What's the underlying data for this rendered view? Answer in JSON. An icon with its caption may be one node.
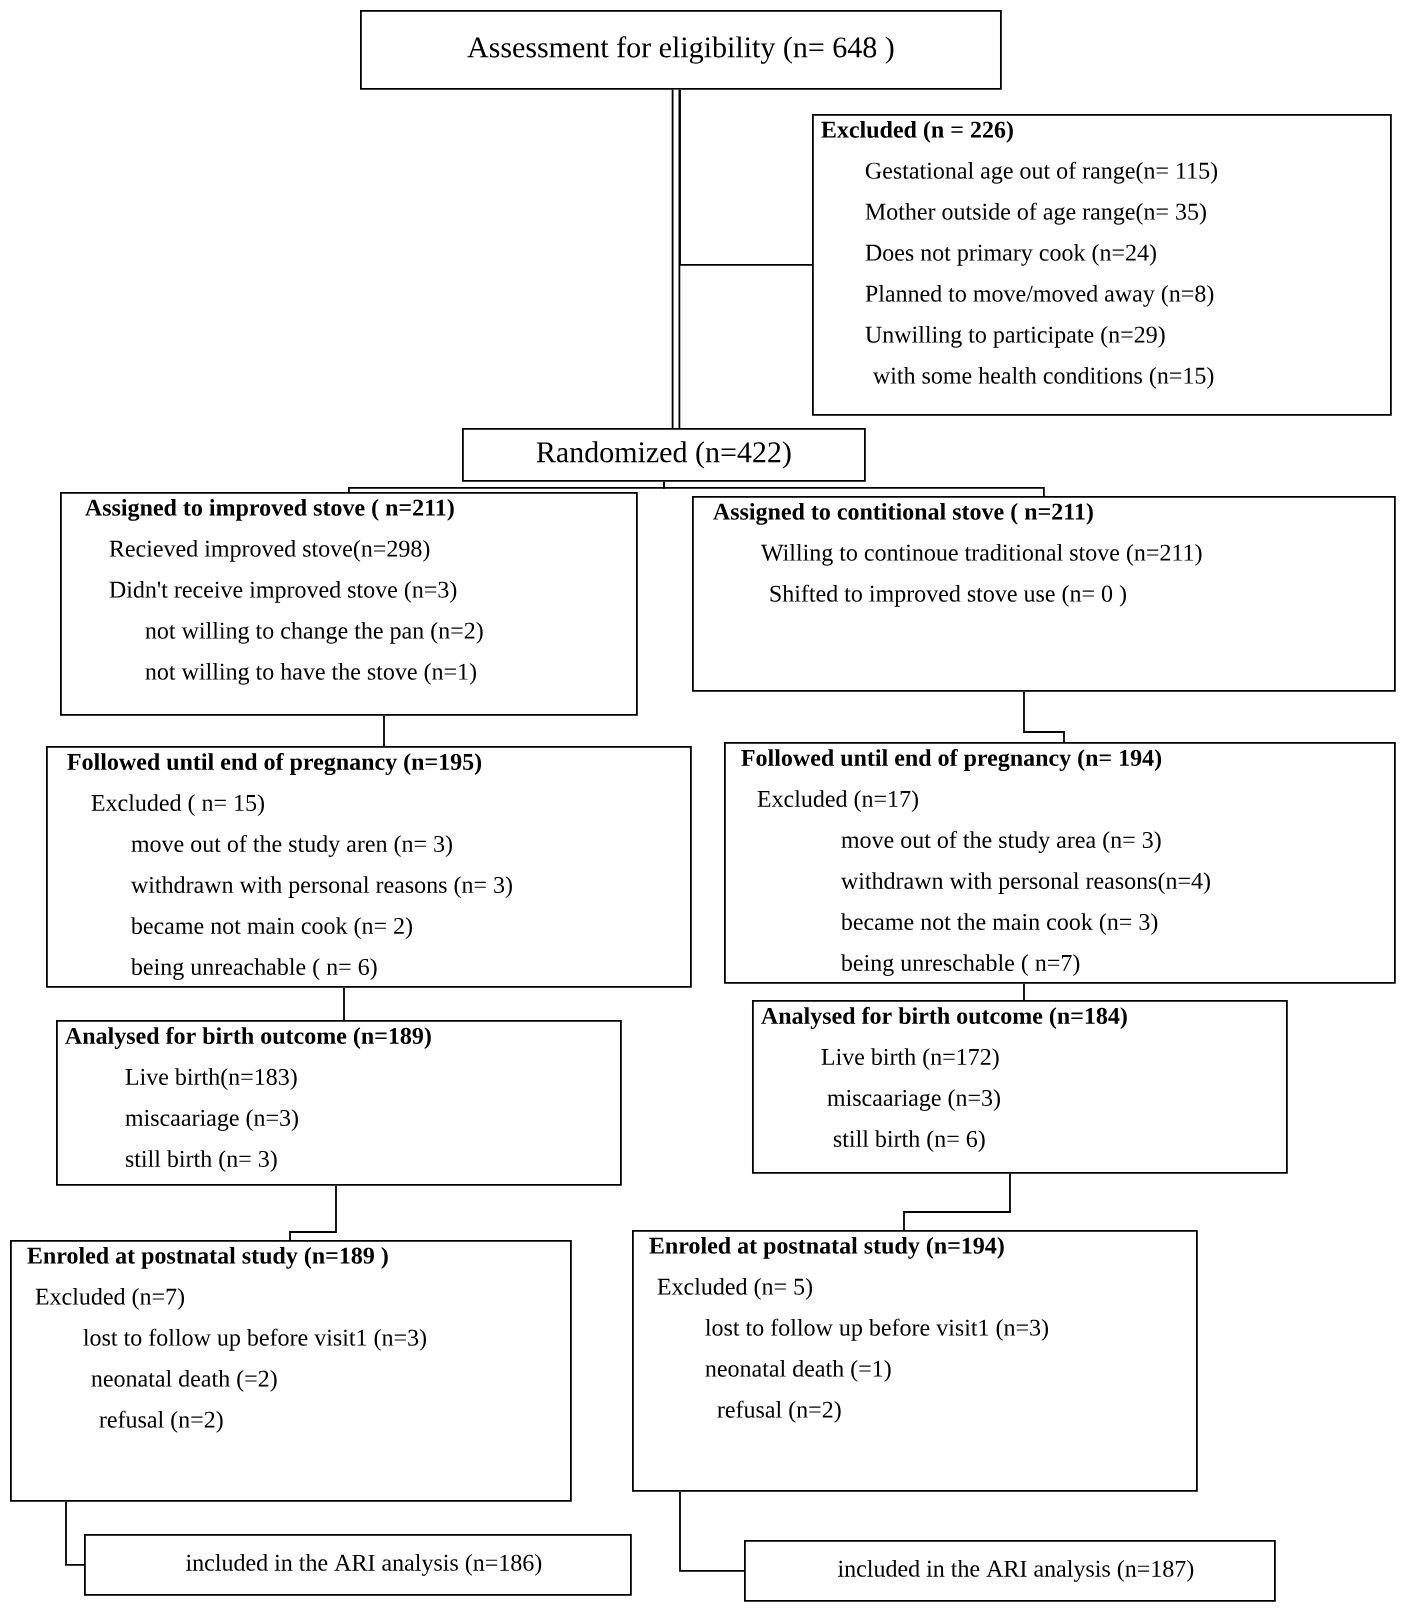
{
  "diagram": {
    "nodes": [
      {
        "text": [
          "Assessment for eligibility (n= 648 )"
        ]
      },
      {
        "text": [
          "Excluded (n = 226)",
          "Gestational age out of range(n= 115)",
          "Mother outside of age range(n= 35)",
          "Does not primary cook (n=24)",
          "Planned to move/moved away (n=8)",
          "Unwilling to participate (n=29)",
          "with some health conditions (n=15)"
        ]
      },
      {
        "text": [
          "Randomized (n=422)"
        ]
      },
      {
        "text": [
          "Assigned to improved stove ( n=211)",
          "Recieved improved stove(n=298)",
          "Didn't receive improved stove (n=3)",
          "not willing to change the pan (n=2)",
          "not willing to have the stove (n=1)"
        ]
      },
      {
        "text": [
          "Assigned to contitional stove ( n=211)",
          "Willing to continoue traditional stove (n=211)",
          "Shifted to improved stove use (n= 0 )"
        ]
      },
      {
        "text": [
          "Followed until end of pregnancy (n=195)",
          "Excluded ( n= 15)",
          "move out of the study aren (n= 3)",
          "withdrawn with personal reasons (n= 3)",
          "became not main cook (n= 2)",
          "being unreachable ( n= 6)"
        ]
      },
      {
        "text": [
          "Followed until end of pregnancy (n= 194)",
          "Excluded (n=17)",
          "move out of the study area (n= 3)",
          "withdrawn with personal reasons(n=4)",
          "became not the main cook (n= 3)",
          "being unreschable ( n=7)"
        ]
      },
      {
        "text": [
          "Analysed for birth outcome (n=189)",
          "Live birth(n=183)",
          "miscaariage (n=3)",
          "still birth (n= 3)"
        ]
      },
      {
        "text": [
          "Analysed for birth outcome (n=184)",
          "Live birth (n=172)",
          "miscaariage (n=3)",
          "still birth (n= 6)"
        ]
      },
      {
        "text": [
          "Enroled at postnatal study (n=189 )",
          "Excluded (n=7)",
          "lost to follow up before visit1 (n=3)",
          "neonatal death (=2)",
          "refusal (n=2)"
        ]
      },
      {
        "text": [
          "Enroled at postnatal study (n=194)",
          "Excluded (n= 5)",
          "lost to follow up before visit1 (n=3)",
          "neonatal death (=1)",
          "refusal (n=2)"
        ]
      },
      {
        "text": [
          "included in the ARI analysis (n=186)"
        ]
      },
      {
        "text": [
          "included in the ARI analysis (n=187)"
        ]
      }
    ],
    "edges": [
      {
        "from": 0,
        "to": 2,
        "arrow": "none",
        "style": "thick"
      },
      {
        "from": 0,
        "to": 1,
        "arrow": "none"
      },
      {
        "from": 2,
        "to": 3,
        "arrow": "none"
      },
      {
        "from": 2,
        "to": 4,
        "arrow": "none"
      },
      {
        "from": 3,
        "to": 5,
        "arrow": "none"
      },
      {
        "from": 4,
        "to": 6,
        "arrow": "none"
      },
      {
        "from": 5,
        "to": 7,
        "arrow": "none"
      },
      {
        "from": 6,
        "to": 8,
        "arrow": "none"
      },
      {
        "from": 7,
        "to": 9,
        "arrow": "none"
      },
      {
        "from": 8,
        "to": 10,
        "arrow": "none"
      },
      {
        "from": 9,
        "to": 11,
        "arrow": "none"
      },
      {
        "from": 10,
        "to": 12,
        "arrow": "none"
      }
    ]
  }
}
